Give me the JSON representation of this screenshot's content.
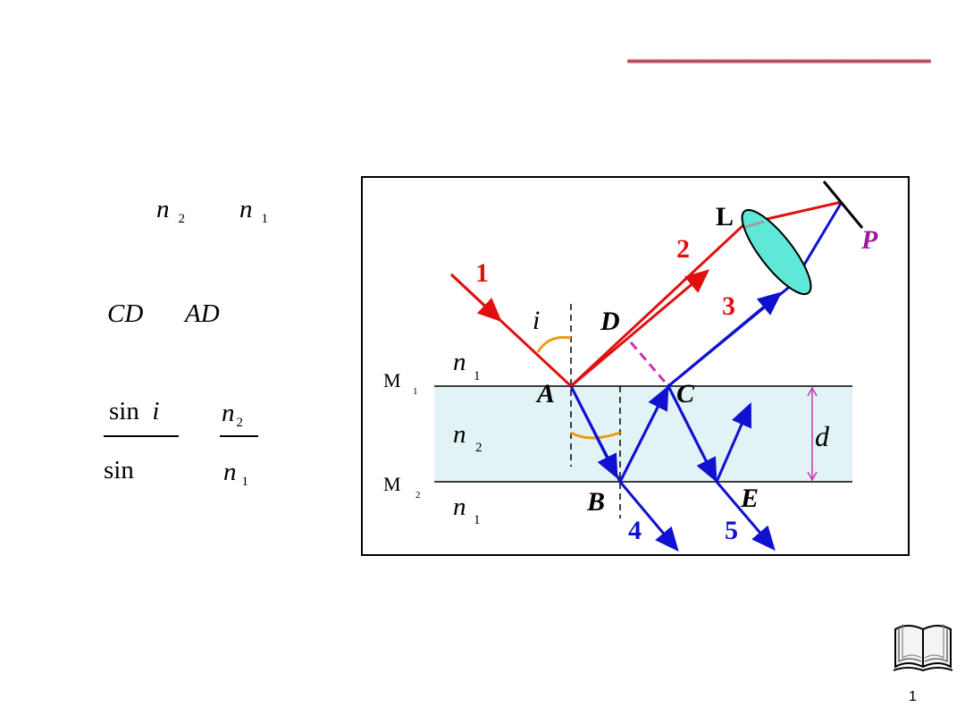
{
  "left": {
    "n2": "n",
    "n2_sub": "2",
    "n1": "n",
    "n1_sub": "1",
    "cd": "CD",
    "ad": "AD",
    "sin_num": "sin",
    "sin_num_var": "i",
    "sin_den": "sin",
    "frac2_num": "n",
    "frac2_num_sub": "2",
    "frac2_den": "n",
    "frac2_den_sub": "1"
  },
  "diagram": {
    "rays": {
      "r1": "1",
      "r2": "2",
      "r3": "3",
      "r4": "4",
      "r5": "5"
    },
    "points": {
      "A": "A",
      "B": "B",
      "C": "C",
      "D": "D",
      "E": "E",
      "P": "P",
      "L": "L"
    },
    "angle": "i",
    "thickness": "d",
    "m1": "M",
    "m1_sub": "1",
    "m2": "M",
    "m2_sub": "2",
    "medium_top": "n",
    "medium_top_sub": "1",
    "medium_mid": "n",
    "medium_mid_sub": "2",
    "medium_bot": "n",
    "medium_bot_sub": "1"
  },
  "colors": {
    "red": "#e01010",
    "blue": "#1010d0",
    "film": "#e2f3f6",
    "lens": "#5fe8d8",
    "magenta": "#cc33aa",
    "orange": "#ee9a10",
    "purple": "#9b1a9b"
  },
  "page_number": "1"
}
